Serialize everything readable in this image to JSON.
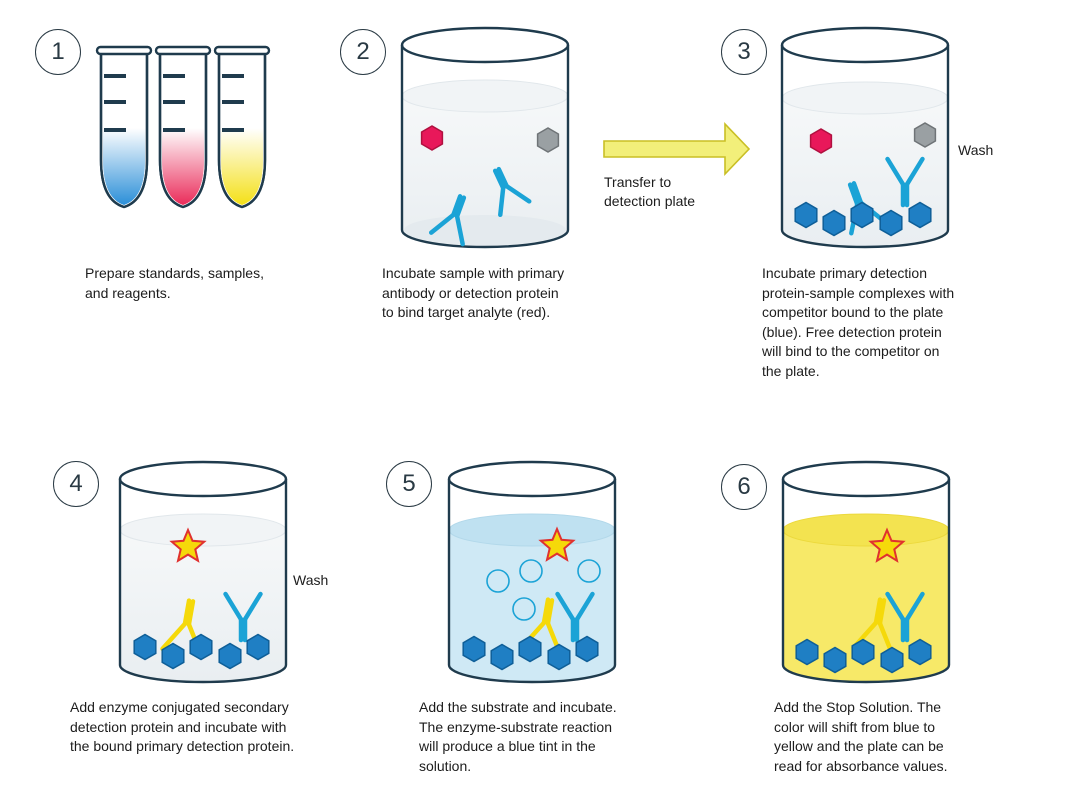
{
  "steps": [
    {
      "number": "1",
      "caption": "Prepare standards, samples,\nand reagents."
    },
    {
      "number": "2",
      "caption": "Incubate sample with primary\nantibody or detection protein\nto bind target analyte (red)."
    },
    {
      "number": "3",
      "caption": "Incubate primary detection\nprotein-sample complexes with\ncompetitor bound to the plate\n(blue). Free detection protein\nwill bind to the competitor on\nthe plate."
    },
    {
      "number": "4",
      "caption": "Add enzyme conjugated secondary\ndetection protein and incubate with\nthe bound primary detection protein."
    },
    {
      "number": "5",
      "caption": "Add the substrate and incubate.\nThe enzyme-substrate reaction\nwill produce a blue tint in the\nsolution."
    },
    {
      "number": "6",
      "caption": "Add the Stop Solution. The\ncolor will shift from blue to\nyellow and the plate can be\nread for absorbance values."
    }
  ],
  "labels": {
    "transfer": "Transfer to\ndetection plate",
    "wash_step3": "Wash",
    "wash_step4": "Wash"
  },
  "colors": {
    "outline": "#1f3b4d",
    "antibody": "#1ba3d6",
    "secondary": "#f5d90a",
    "analyte": "#e8185a",
    "competitor": "#1f7fc4",
    "other_protein": "#9aa0a3",
    "tube_blue": "#2b8fd8",
    "tube_red": "#ea2c5a",
    "tube_yellow": "#f4e017",
    "arrow": "#f2ef7a",
    "tint_blue": "#cfe9f5",
    "tint_yellow": "#f7e968"
  }
}
